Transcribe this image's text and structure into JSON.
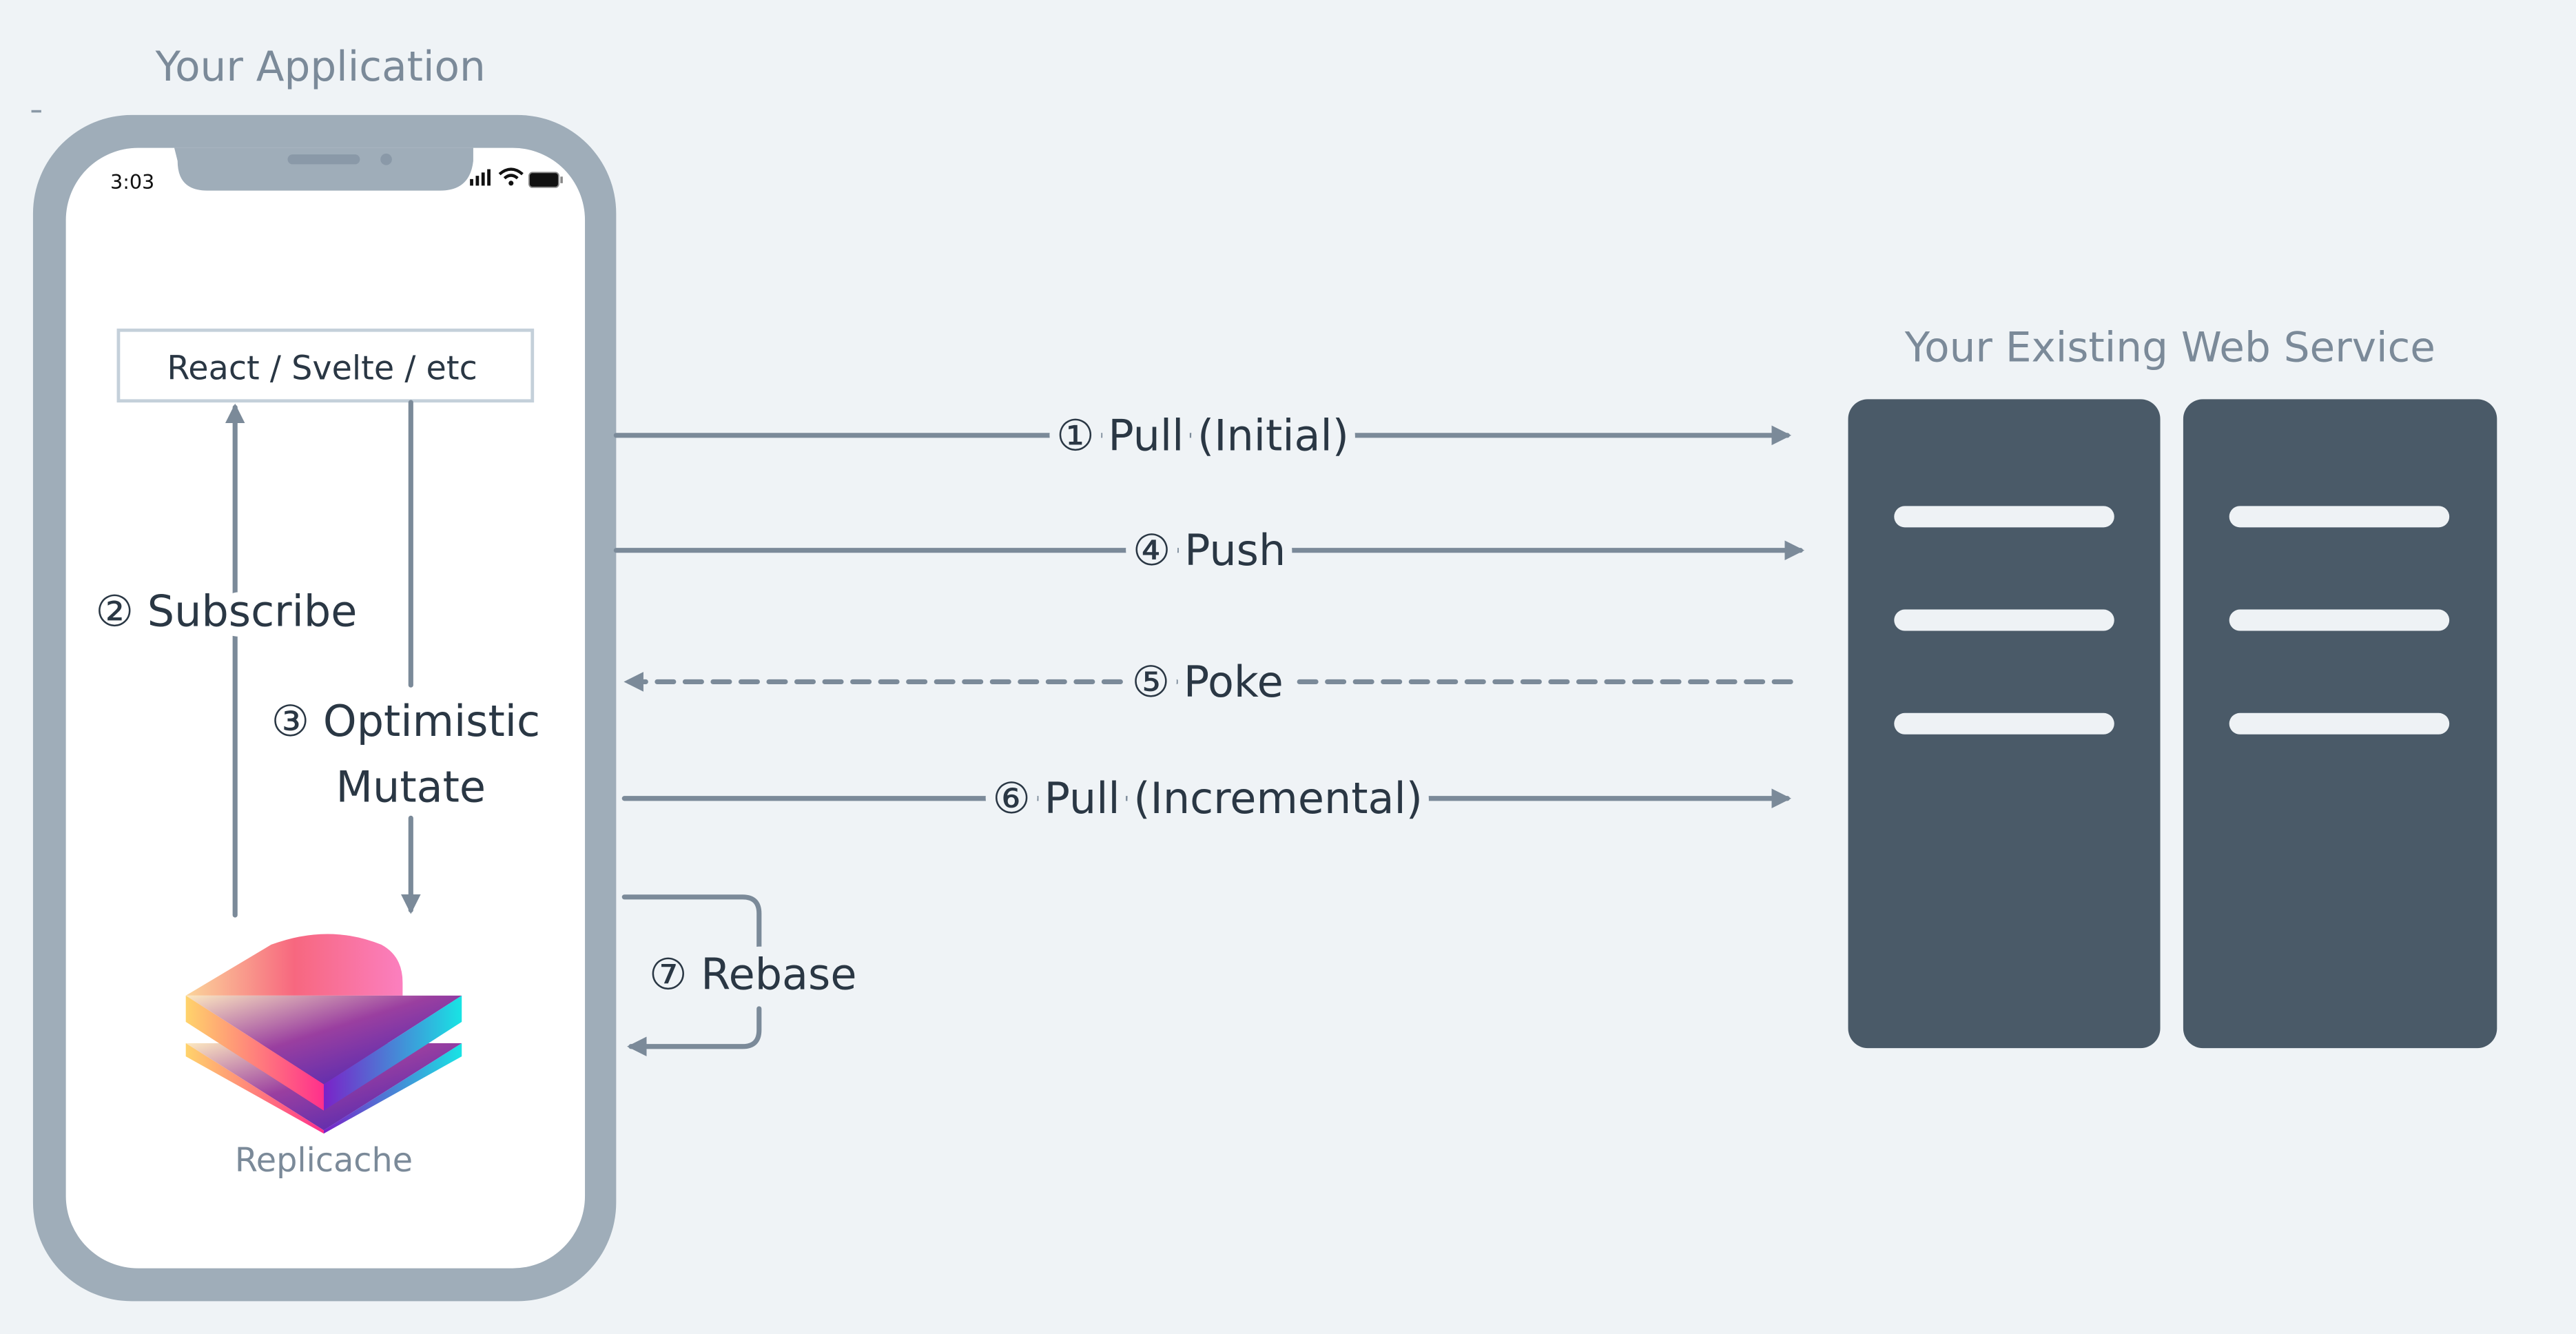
{
  "app_title": "Your Application",
  "service_title": "Your Existing Web Service",
  "phone": {
    "time": "3:03",
    "framework_box": "React / Svelte / etc",
    "logo_label": "Replicache"
  },
  "steps": {
    "pull_initial": "① Pull (Initial)",
    "subscribe": "② Subscribe",
    "optimistic_line1": "③ Optimistic",
    "optimistic_line2": "Mutate",
    "push": "④ Push",
    "poke": "⑤ Poke",
    "pull_incremental": "⑥ Pull (Incremental)",
    "rebase": "⑦ Rebase"
  },
  "colors": {
    "background": "#eff3f6",
    "phone_frame": "#9fadb9",
    "arrow": "#7b8a99",
    "server": "#4a5a68",
    "text": "#2a3744"
  }
}
